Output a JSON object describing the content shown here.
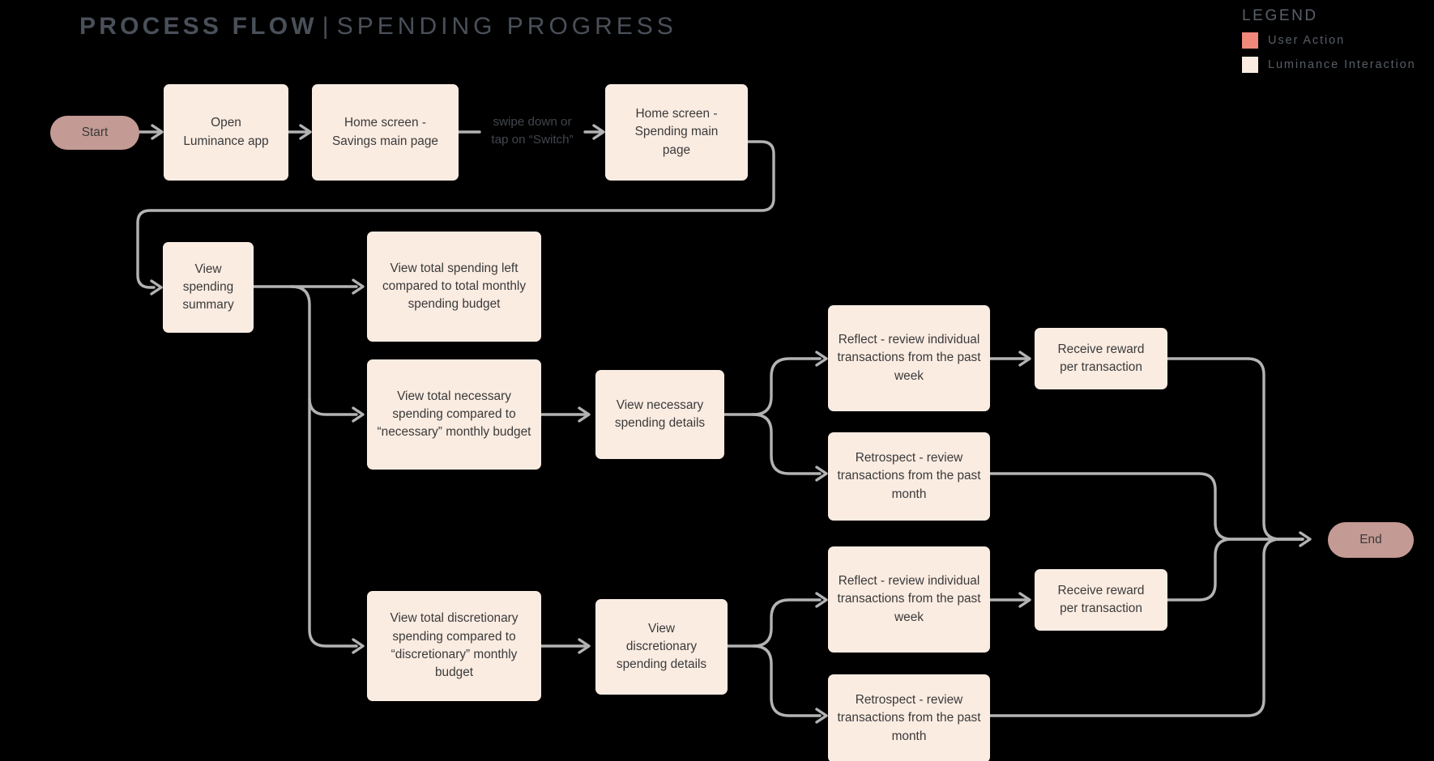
{
  "title": {
    "strong": "PROCESS FLOW",
    "separator": "|",
    "light": "SPENDING PROGRESS"
  },
  "legend": {
    "heading": "LEGEND",
    "items": [
      {
        "label": "User Action",
        "color": "#f0887c"
      },
      {
        "label": "Luminance Interaction",
        "color": "#fbece2"
      }
    ]
  },
  "colors": {
    "background": "#000000",
    "process_fill": "#fbece2",
    "terminal_fill": "#c49a94",
    "edge_stroke": "#b3b3b3",
    "node_text": "#3a3a3a",
    "title_text": "#4a5059"
  },
  "nodes": {
    "start": "Start",
    "open_app": "Open\nLuminance app",
    "home_savings": "Home screen -\nSavings main page",
    "home_spending": "Home screen -\nSpending main\npage",
    "view_summary": "View\nspending\nsummary",
    "total_left": "View total spending left compared to total monthly spending budget",
    "total_necessary": "View total necessary spending compared to “necessary” monthly budget",
    "necessary_details": "View necessary\nspending details",
    "reflect_necessary": "Reflect - review individual transactions from the past week",
    "retrospect_necessary": "Retrospect - review transactions from the past month",
    "reward_necessary": "Receive reward\nper transaction",
    "total_discretionary": "View total discretionary spending compared to “discretionary” monthly budget",
    "discretionary_details": "View\ndiscretionary\nspending details",
    "reflect_discretionary": "Reflect - review individual transactions from the past week",
    "retrospect_discretionary": "Retrospect - review transactions from the past month",
    "reward_discretionary": "Receive reward\nper transaction",
    "end": "End"
  },
  "edge_labels": {
    "switch_hint": "swipe down or\ntap on “Switch”"
  }
}
